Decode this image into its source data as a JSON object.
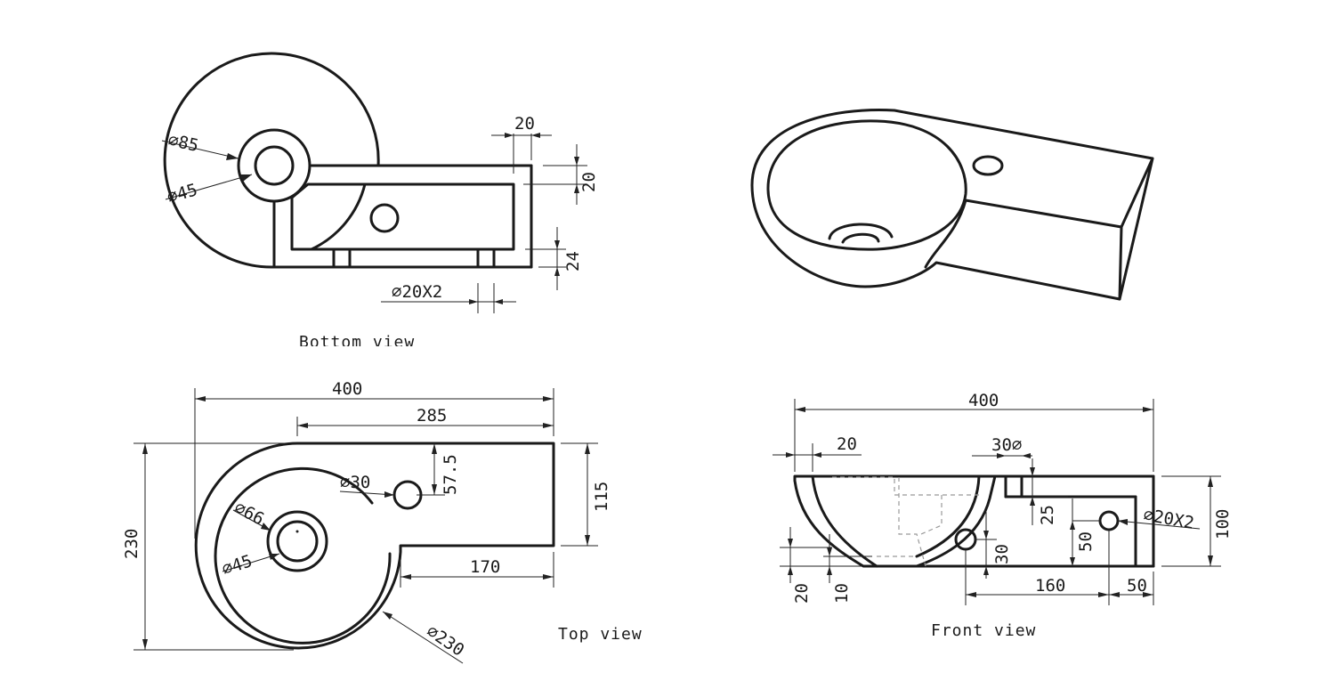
{
  "views": {
    "bottom": {
      "caption": "Bottom view",
      "dims": {
        "d85": "85",
        "d45": "45",
        "w20": "20",
        "h20": "20",
        "h24": "24",
        "holes": "20X2"
      }
    },
    "top": {
      "caption": "Top view",
      "dims": {
        "w400": "400",
        "w285": "285",
        "w170": "170",
        "h230": "230",
        "h115": "115",
        "h57": "57.5",
        "d30": "30",
        "d66": "66",
        "d45": "45",
        "d230": "230"
      }
    },
    "front": {
      "caption": "Front view",
      "dims": {
        "w400": "400",
        "w20": "20",
        "d30": "30",
        "h25": "25",
        "h50": "50",
        "h30": "30",
        "holes": "20X2",
        "h100": "100",
        "w160": "160",
        "w50": "50",
        "h20": "20",
        "h10": "10"
      }
    }
  }
}
